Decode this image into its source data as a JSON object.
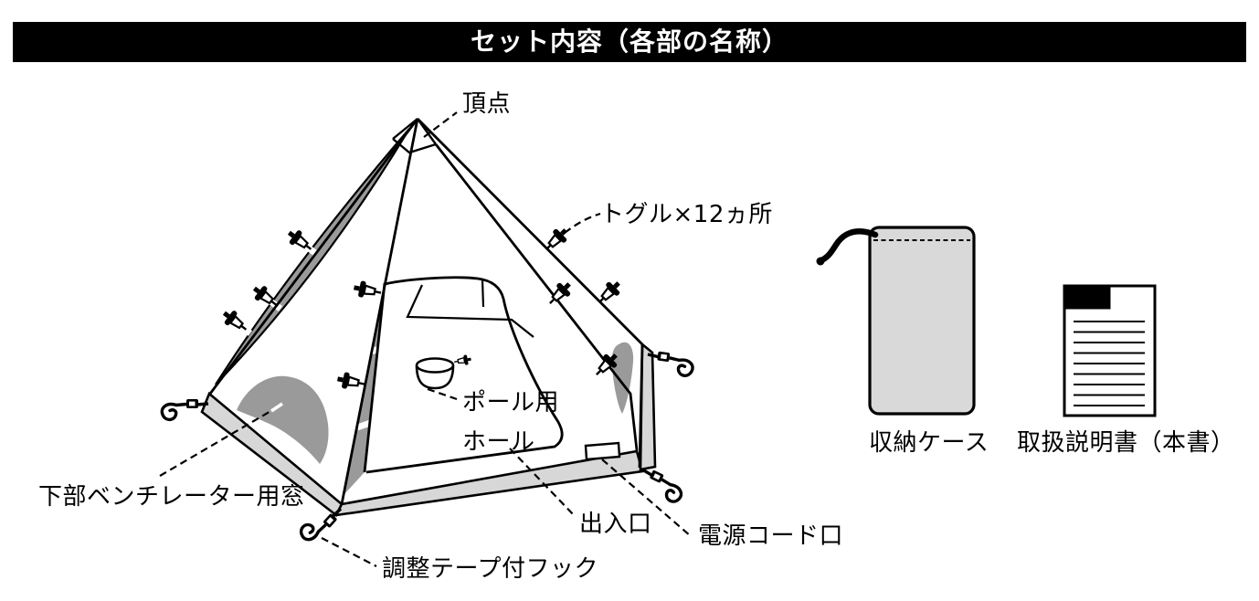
{
  "title": {
    "text": "セット内容（各部の名称）"
  },
  "tent": {
    "labels": {
      "apex": "頂点",
      "toggles": "トグル×12ヵ所",
      "pole_hole_line1": "ポール用",
      "pole_hole_line2": "ホール",
      "lower_ventilator": "下部ベンチレーター用窓",
      "entrance": "出入口",
      "power_cord_port": "電源コード口",
      "adjustable_hook": "調整テープ付フック"
    }
  },
  "accessories": {
    "storage_case": {
      "caption": "収納ケース"
    },
    "manual": {
      "caption": "取扱説明書（本書）"
    }
  },
  "colors": {
    "line": "#000000",
    "header_bg": "#000000",
    "header_text": "#ffffff",
    "skirt_gray": "#d7d7d7",
    "vent_gray": "#9a9a9a",
    "case_gray": "#d9d9d9"
  }
}
